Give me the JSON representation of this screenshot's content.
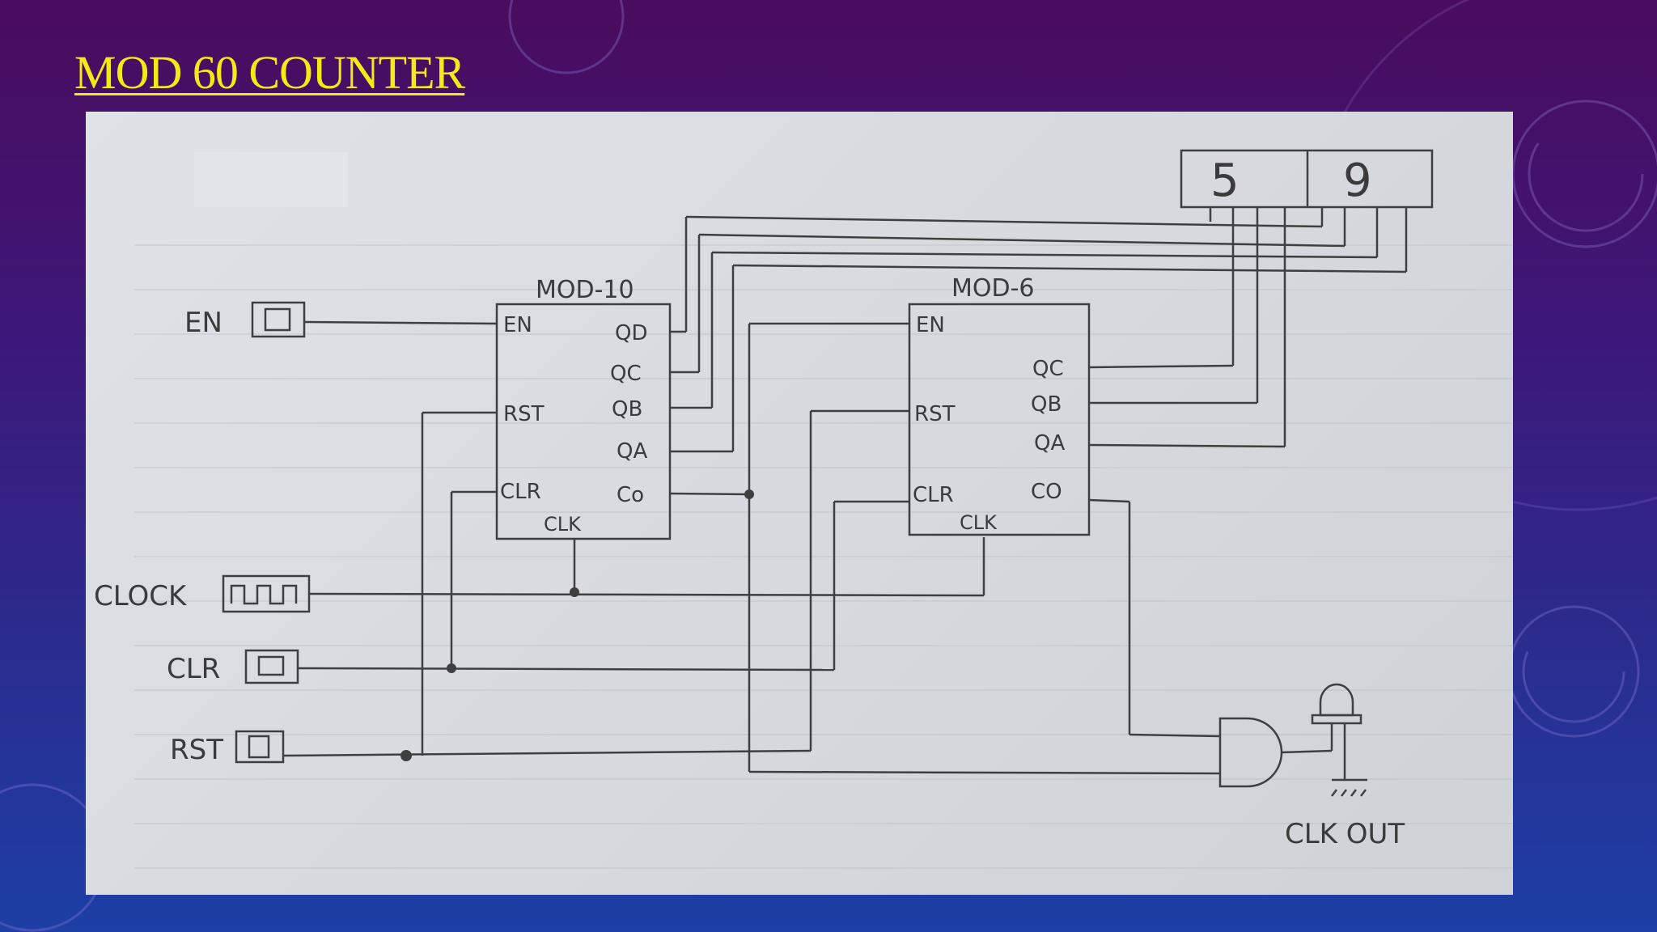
{
  "slide": {
    "title": "MOD 60 COUNTER"
  },
  "circuit": {
    "inputs": {
      "en": "EN",
      "clock": "CLOCK",
      "clr": "CLR",
      "rst": "RST"
    },
    "mod10": {
      "title": "MOD-10",
      "pins": {
        "en": "EN",
        "rst": "RST",
        "clr": "CLR",
        "clk": "CLK",
        "qd": "QD",
        "qc": "QC",
        "qb": "QB",
        "qa": "QA",
        "co": "Co"
      }
    },
    "mod6": {
      "title": "MOD-6",
      "pins": {
        "en": "EN",
        "rst": "RST",
        "clr": "CLR",
        "clk": "CLK",
        "qc": "QC",
        "qb": "QB",
        "qa": "QA",
        "co": "CO"
      }
    },
    "display": {
      "tens": "5",
      "units": "9"
    },
    "output": {
      "label": "CLK OUT"
    }
  }
}
